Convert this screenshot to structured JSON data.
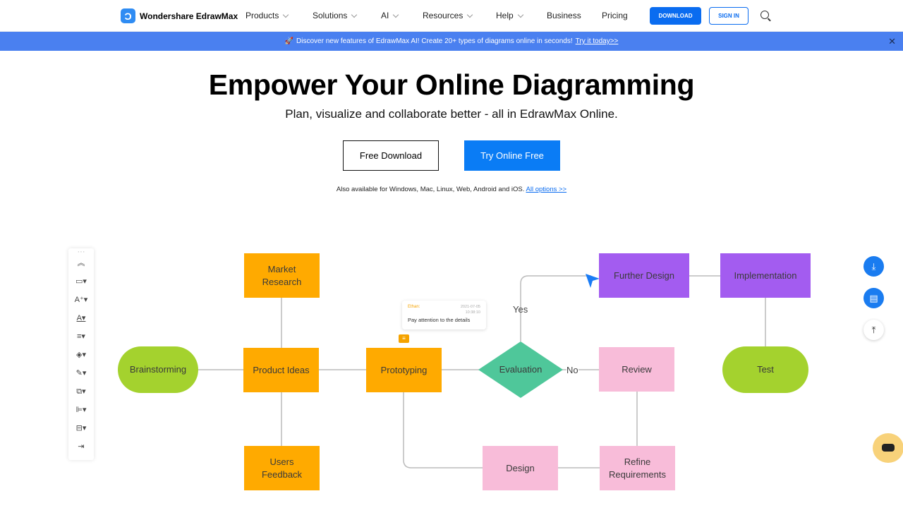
{
  "nav": {
    "brand": "Wondershare EdrawMax",
    "items": [
      "Products",
      "Solutions",
      "AI",
      "Resources",
      "Help",
      "Business",
      "Pricing"
    ],
    "download": "DOWNLOAD",
    "signin": "SIGN IN"
  },
  "banner": {
    "text": "Discover new features of EdrawMax AI! Create 20+ types of diagrams online in seconds!",
    "link": "Try it today>>"
  },
  "hero": {
    "title": "Empower Your Online Diagramming",
    "subtitle": "Plan, visualize and collaborate better - all in EdrawMax Online.",
    "free_download": "Free Download",
    "try_online": "Try Online Free",
    "available": "Also available for Windows, Mac, Linux, Web, Android and iOS.",
    "all_options": "All options >>"
  },
  "diagram": {
    "brainstorming": "Brainstorming",
    "product_ideas": "Product Ideas",
    "market_research": "Market Research",
    "users_feedback": "Users Feedback",
    "prototyping": "Prototyping",
    "evaluation": "Evaluation",
    "yes": "Yes",
    "no": "No",
    "review": "Review",
    "design": "Design",
    "refine": "Refine Requirements",
    "further_design": "Further Design",
    "implementation": "Implementation",
    "test": "Test",
    "comment": {
      "author": "Ethan:",
      "date": "2021-07-05",
      "time": "10:38:10",
      "text": "Pay attention to the details"
    }
  },
  "colors": {
    "accent": "#0a6cf0",
    "banner": "#4a80f0",
    "orange": "#ffaa00",
    "pink": "#f8bcd9",
    "purple": "#a35cf0",
    "green": "#a4d22e",
    "teal": "#4fc79a"
  }
}
